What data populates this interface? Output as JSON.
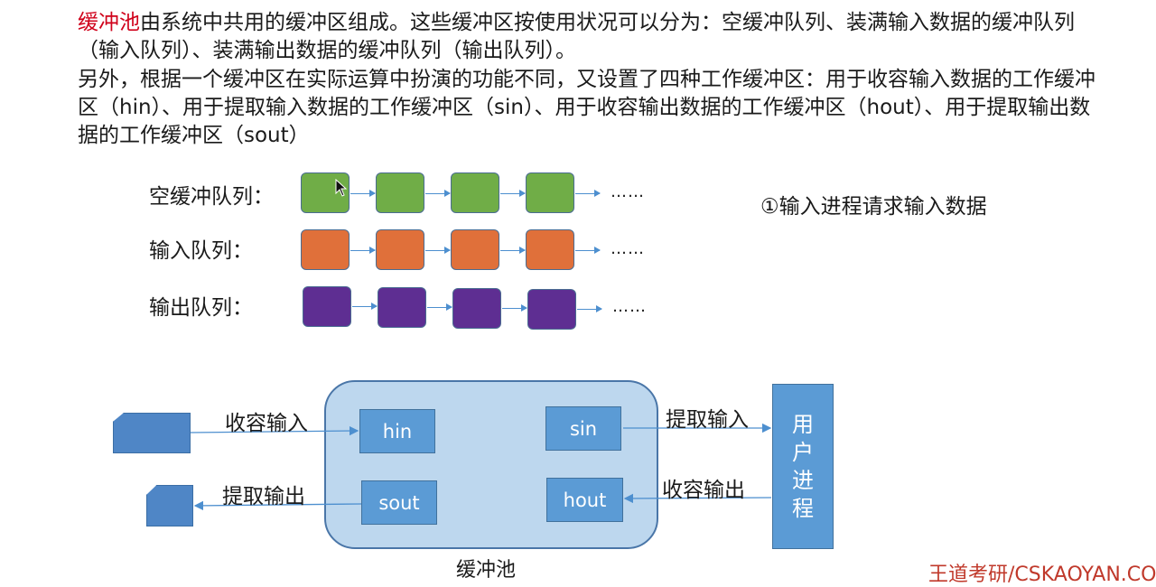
{
  "intro": {
    "highlight": "缓冲池",
    "line1_rest": "由系统中共用的缓冲区组成。这些缓冲区按使用状况可以分为：空缓冲队列、装满输入数据的缓冲队列（输入队列）、装满输出数据的缓冲队列（输出队列）。",
    "line2": "另外，根据一个缓冲区在实际运算中扮演的功能不同，又设置了四种工作缓冲区：用于收容输入数据的工作缓冲区（hin）、用于提取输入数据的工作缓冲区（sin）、用于收容输出数据的工作缓冲区（hout）、用于提取输出数据的工作缓冲区（sout）"
  },
  "queues": {
    "empty_label": "空缓冲队列：",
    "input_label": "输入队列：",
    "output_label": "输出队列：",
    "ellipsis": "……"
  },
  "colors": {
    "empty": "#70ad47",
    "input": "#e0703a",
    "output": "#5e2e92",
    "arrow": "#4d8fcf"
  },
  "step_text": "①输入进程请求输入数据",
  "pool": {
    "label": "缓冲池",
    "hin": "hin",
    "sin": "sin",
    "sout": "sout",
    "hout": "hout"
  },
  "flows": {
    "collect_input": "收容输入",
    "extract_output": "提取输出",
    "extract_input": "提取输入",
    "collect_output": "收容输出"
  },
  "user_process": {
    "c1": "用",
    "c2": "户",
    "c3": "进",
    "c4": "程"
  },
  "watermark": "王道考研/CSKAOYAN.COM",
  "icons": [
    "cursor-icon"
  ]
}
